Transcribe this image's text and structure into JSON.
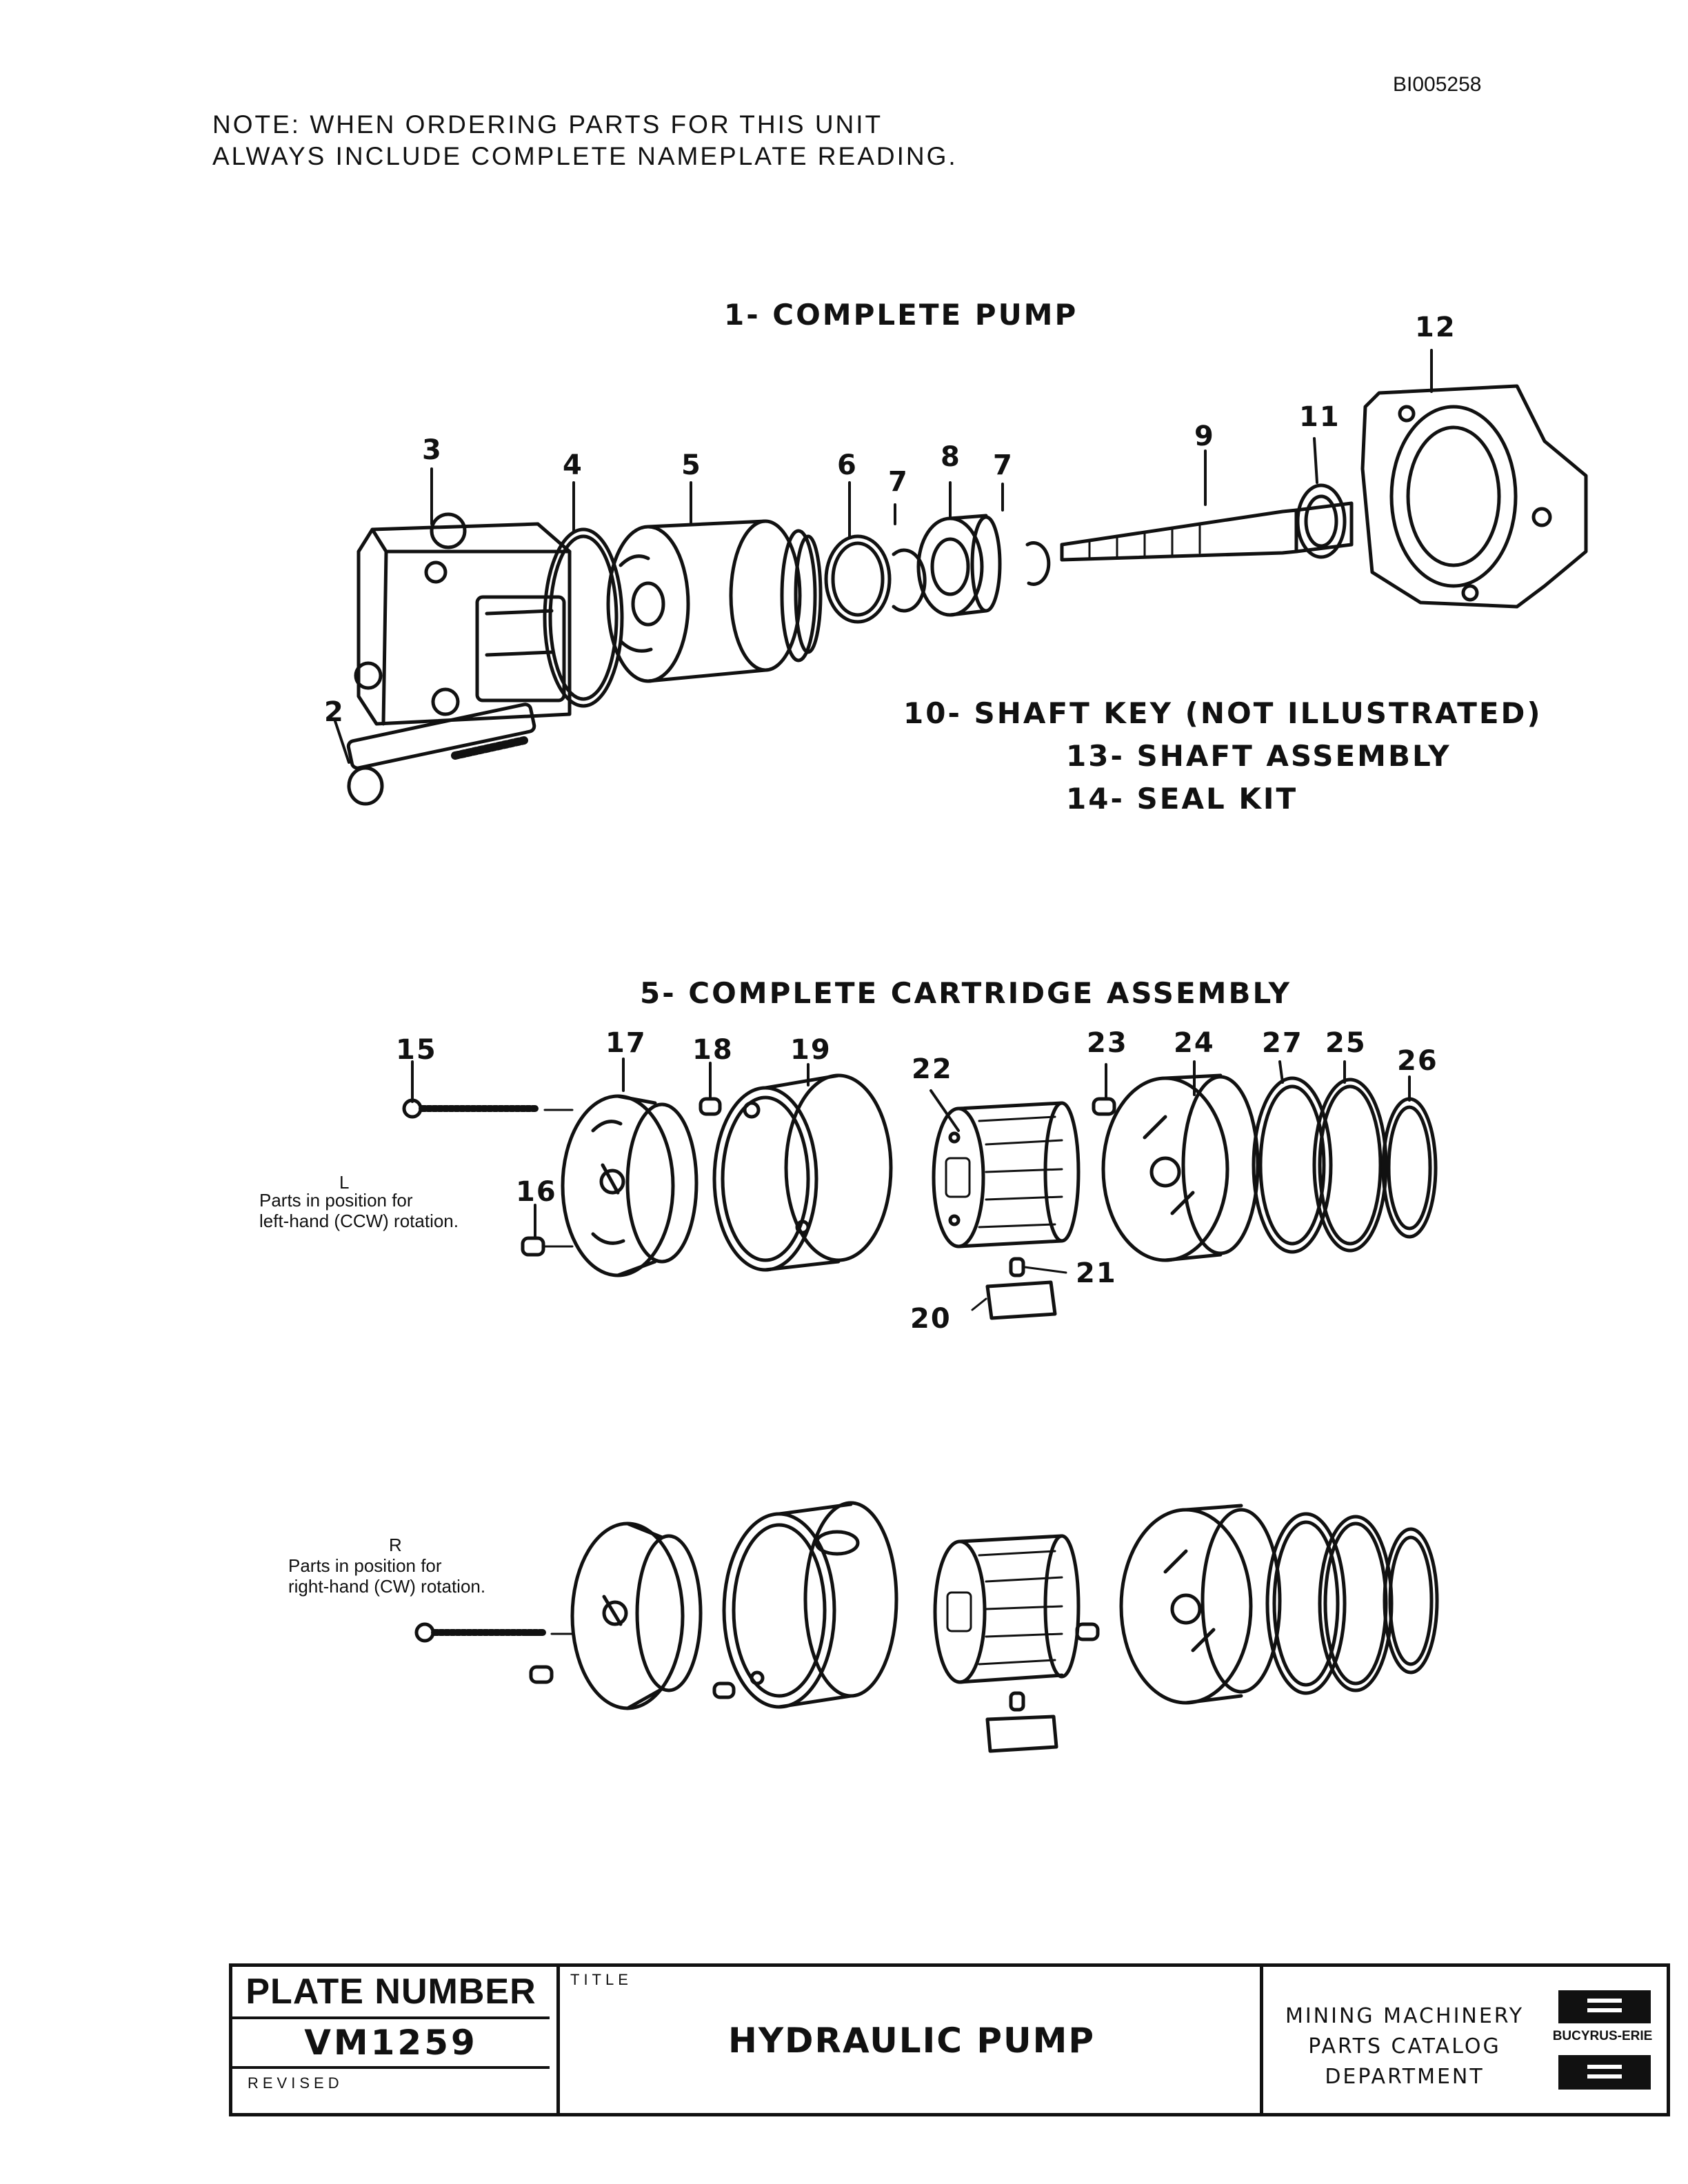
{
  "doc_id": "BI005258",
  "note": {
    "line1": "NOTE:  WHEN ORDERING PARTS FOR THIS UNIT",
    "line2": "ALWAYS INCLUDE COMPLETE NAMEPLATE READING."
  },
  "section1": {
    "title": "1- COMPLETE PUMP",
    "callouts": [
      "2",
      "3",
      "4",
      "5",
      "6",
      "7",
      "8",
      "7",
      "9",
      "11",
      "12"
    ],
    "extra_parts": [
      "10- SHAFT KEY (NOT ILLUSTRATED)",
      "13- SHAFT ASSEMBLY",
      "14- SEAL KIT"
    ]
  },
  "section2": {
    "title": "5- COMPLETE CARTRIDGE ASSEMBLY",
    "callouts": [
      "15",
      "17",
      "18",
      "19",
      "22",
      "23",
      "24",
      "27",
      "25",
      "26",
      "16",
      "21",
      "20"
    ],
    "left_note": {
      "letter": "L",
      "line1": "Parts in position for",
      "line2": "left-hand (CCW) rotation."
    }
  },
  "section3": {
    "right_note": {
      "letter": "R",
      "line1": "Parts in position for",
      "line2": "right-hand (CW) rotation."
    }
  },
  "title_block": {
    "plate_header": "PLATE NUMBER",
    "plate_number": "VM1259",
    "revised_label": "REVISED",
    "title_label": "TITLE",
    "title": "HYDRAULIC PUMP",
    "dept_line1": "MINING MACHINERY",
    "dept_line2": "PARTS CATALOG",
    "dept_line3": "DEPARTMENT",
    "logo_text": "BUCYRUS-ERIE"
  }
}
